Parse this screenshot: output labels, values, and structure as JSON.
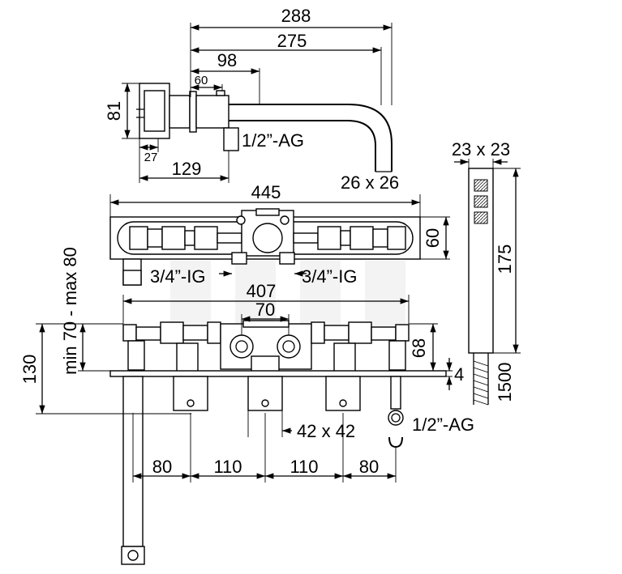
{
  "dimensions": {
    "spout_total_length": "288",
    "spout_reach": "275",
    "body_depth": "98",
    "body_inner": "60",
    "height_top": "81",
    "wall_offset": "27",
    "spout_position": "129",
    "spout_thread": "1/2”-AG",
    "spout_section": "26 x 26",
    "plate_width": "445",
    "plate_height": "60",
    "inlet_left": "3/4”-IG",
    "inlet_right": "3/4”-IG",
    "valve_spacing": "407",
    "center_spacing": "70",
    "installation_depth": "min 70 - max 80",
    "total_height": "130",
    "body_height": "68",
    "plate_thickness": "4",
    "handle_section": "42 x 42",
    "hose_thread": "1/2”-AG",
    "spacing_1": "80",
    "spacing_2": "110",
    "spacing_3": "110",
    "spacing_4": "80",
    "handshower_section": "23 x 23",
    "handshower_length": "175",
    "hose_length": "1500"
  },
  "colors": {
    "line": "#000000",
    "background": "#ffffff",
    "watermark": "#e8e8e8"
  }
}
